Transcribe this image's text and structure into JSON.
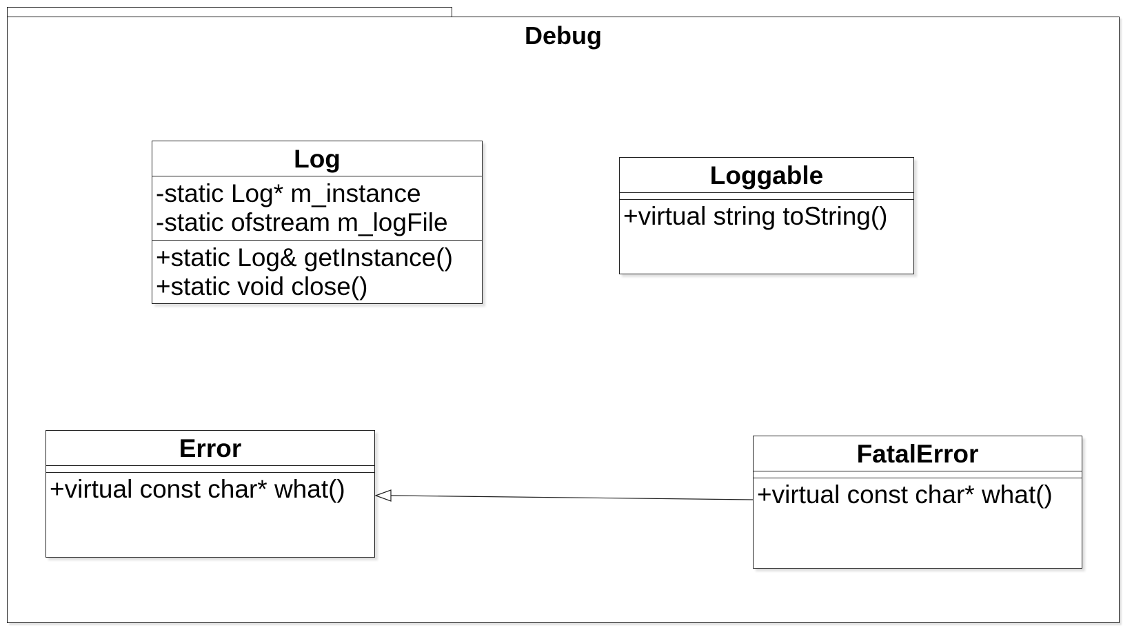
{
  "package": {
    "name": "Debug"
  },
  "classes": {
    "log": {
      "name": "Log",
      "attributes": [
        "-static Log* m_instance",
        "-static ofstream m_logFile"
      ],
      "operations": [
        "+static Log& getInstance()",
        "+static void close()"
      ]
    },
    "loggable": {
      "name": "Loggable",
      "attributes": [],
      "operations": [
        "+virtual string toString()"
      ]
    },
    "error": {
      "name": "Error",
      "attributes": [],
      "operations": [
        "+virtual const char* what()"
      ]
    },
    "fatal_error": {
      "name": "FatalError",
      "attributes": [],
      "operations": [
        "+virtual const char* what()"
      ]
    }
  },
  "relations": [
    {
      "type": "generalization",
      "from": "FatalError",
      "to": "Error"
    }
  ]
}
